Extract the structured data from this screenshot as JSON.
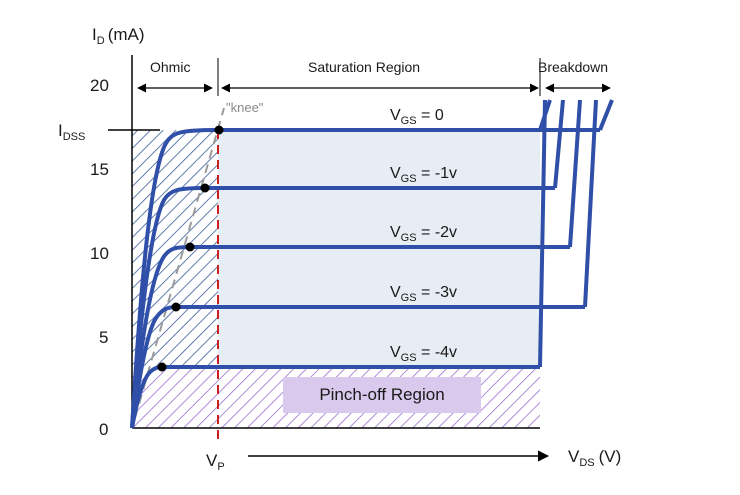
{
  "axes": {
    "y_label": "I",
    "y_label_sub": "D",
    "y_unit": "(mA)",
    "x_label": "V",
    "x_label_sub": "DS",
    "x_unit": "(V)",
    "y_ticks": [
      "20",
      "15",
      "10",
      "5",
      "0"
    ],
    "idss_label": "I",
    "idss_sub": "DSS",
    "vp_label": "V",
    "vp_sub": "P"
  },
  "regions": {
    "ohmic": "Ohmic",
    "saturation": "Saturation Region",
    "breakdown": "Breakdown",
    "pinch_off": "Pinch-off Region",
    "knee": "\"knee\""
  },
  "curves": [
    {
      "label_main": "V",
      "label_sub": "GS",
      "label_value": " = 0"
    },
    {
      "label_main": "V",
      "label_sub": "GS",
      "label_value": " = -1v"
    },
    {
      "label_main": "V",
      "label_sub": "GS",
      "label_value": " = -2v"
    },
    {
      "label_main": "V",
      "label_sub": "GS",
      "label_value": " = -3v"
    },
    {
      "label_main": "V",
      "label_sub": "GS",
      "label_value": " = -4v"
    }
  ],
  "colors": {
    "curve": "#2f4fa8",
    "shade": "#e7edf5",
    "hatch": "#3b5b9a",
    "pinch_hatch": "#9b6fcf",
    "pinch_box": "#d9c9ec",
    "vp_line": "#cc1f1f",
    "knee_line": "#9a9a9a"
  }
}
